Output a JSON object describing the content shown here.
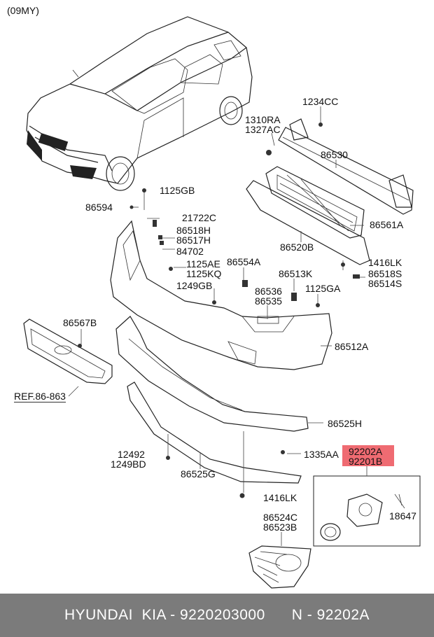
{
  "model_year": "(09MY)",
  "part_labels": {
    "p1234cc": "1234CC",
    "p1310ra": "1310RA",
    "p1327ac": "1327AC",
    "p86530": "86530",
    "p1125gb": "1125GB",
    "p86594": "86594",
    "p21722c": "21722C",
    "p86518h": "86518H",
    "p86517h": "86517H",
    "p84702": "84702",
    "p86561a": "86561A",
    "p86520b": "86520B",
    "p1416lk_a": "1416LK",
    "p86518s": "86518S",
    "p86514s": "86514S",
    "p1125ae": "1125AE",
    "p1125kq": "1125KQ",
    "p86554a": "86554A",
    "p86513k": "86513K",
    "p1249gb": "1249GB",
    "p86536": "86536",
    "p86535": "86535",
    "p1125ga": "1125GA",
    "p86567b": "86567B",
    "p86512a": "86512A",
    "ref": "REF.86-863",
    "p86525h": "86525H",
    "p92202a": "92202A",
    "p92201b": "92201B",
    "p12492": "12492",
    "p1249bd": "1249BD",
    "p1335aa": "1335AA",
    "p86525g": "86525G",
    "p18647": "18647",
    "p1416lk_b": "1416LK",
    "p86524c": "86524C",
    "p86523b": "86523B"
  },
  "footer": {
    "brand": "HYUNDAI  KIA - 9220203000",
    "code": "N - 92202A"
  },
  "colors": {
    "highlight": "#ef6b72",
    "footer_bg": "#7b7b7b"
  }
}
